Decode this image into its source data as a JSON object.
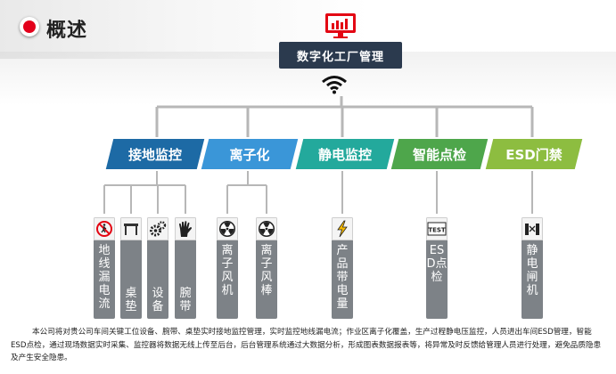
{
  "header": {
    "title": "概述"
  },
  "root": {
    "label": "数字化工厂管理",
    "icon": "monitor-chart-icon"
  },
  "categories": [
    {
      "label": "接地监控",
      "color": "#1d6aa5"
    },
    {
      "label": "离子化",
      "color": "#3a96d8"
    },
    {
      "label": "静电监控",
      "color": "#23a99c"
    },
    {
      "label": "智能点检",
      "color": "#4ea64b"
    },
    {
      "label": "ESD门禁",
      "color": "#8dbd40"
    }
  ],
  "leaves": [
    {
      "label": "地线漏电流",
      "icon": "no-pedestrian-icon"
    },
    {
      "label": "桌垫",
      "icon": "table-icon"
    },
    {
      "label": "设备",
      "icon": "gears-icon"
    },
    {
      "label": "腕带",
      "icon": "glove-icon"
    },
    {
      "label": "离子风机",
      "icon": "radiation-icon"
    },
    {
      "label": "离子风棒",
      "icon": "radiation-icon"
    },
    {
      "label": "产品带电量",
      "icon": "lightning-icon"
    },
    {
      "label": "ESD点检",
      "icon": "test-tag-icon"
    },
    {
      "label": "静电闸机",
      "icon": "turnstile-icon"
    }
  ],
  "footer": {
    "text": "本公司将对贵公司车间关键工位设备、腕带、桌垫实时接地监控管理，实时监控地线漏电流；作业区离子化覆盖，生产过程静电压监控，人员进出车间ESD管理，智能ESD点检，通过现场数据实时采集、监控器将数据无线上传至后台，后台管理系统通过大数据分析，形成图表数据报表等，将异常及时反馈给管理人员进行处理，避免品质隐患及产生安全隐患。"
  }
}
